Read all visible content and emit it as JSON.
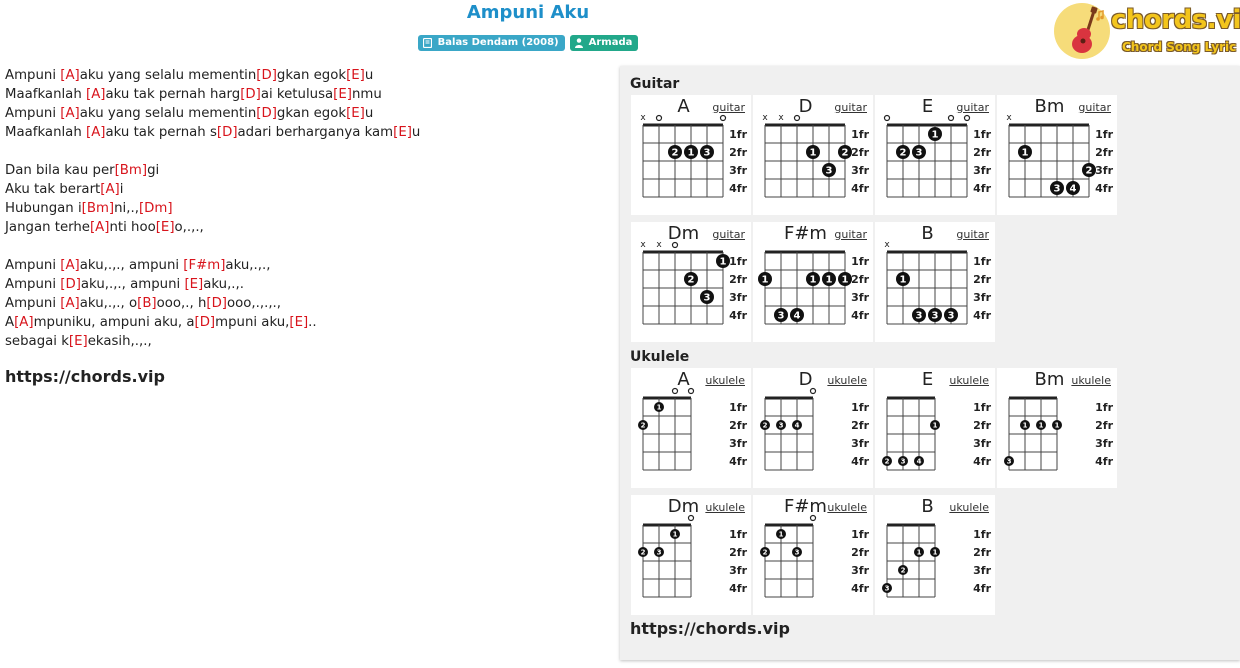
{
  "song": {
    "title": "Ampuni Aku",
    "album": "Balas Dendam (2008)",
    "artist": "Armada"
  },
  "logo": {
    "name": "chords.vip",
    "tagline": "Chord Song Lyric",
    "icon": "guitar-icon"
  },
  "lyrics": [
    [
      [
        "t",
        "Ampuni "
      ],
      [
        "c",
        "[A]"
      ],
      [
        "t",
        "aku yang selalu mementin"
      ],
      [
        "c",
        "[D]"
      ],
      [
        "t",
        "gkan egok"
      ],
      [
        "c",
        "[E]"
      ],
      [
        "t",
        "u"
      ]
    ],
    [
      [
        "t",
        "Maafkanlah "
      ],
      [
        "c",
        "[A]"
      ],
      [
        "t",
        "aku tak pernah harg"
      ],
      [
        "c",
        "[D]"
      ],
      [
        "t",
        "ai ketulusa"
      ],
      [
        "c",
        "[E]"
      ],
      [
        "t",
        "nmu"
      ]
    ],
    [
      [
        "t",
        "Ampuni "
      ],
      [
        "c",
        "[A]"
      ],
      [
        "t",
        "aku yang selalu mementin"
      ],
      [
        "c",
        "[D]"
      ],
      [
        "t",
        "gkan egok"
      ],
      [
        "c",
        "[E]"
      ],
      [
        "t",
        "u"
      ]
    ],
    [
      [
        "t",
        "Maafkanlah "
      ],
      [
        "c",
        "[A]"
      ],
      [
        "t",
        "aku tak pernah s"
      ],
      [
        "c",
        "[D]"
      ],
      [
        "t",
        "adari berharganya kam"
      ],
      [
        "c",
        "[E]"
      ],
      [
        "t",
        "u"
      ]
    ],
    [],
    [
      [
        "t",
        "Dan bila kau per"
      ],
      [
        "c",
        "[Bm]"
      ],
      [
        "t",
        "gi"
      ]
    ],
    [
      [
        "t",
        "Aku tak berart"
      ],
      [
        "c",
        "[A]"
      ],
      [
        "t",
        "i"
      ]
    ],
    [
      [
        "t",
        "Hubungan i"
      ],
      [
        "c",
        "[Bm]"
      ],
      [
        "t",
        "ni,.,"
      ],
      [
        "c",
        "[Dm]"
      ]
    ],
    [
      [
        "t",
        "Jangan terhe"
      ],
      [
        "c",
        "[A]"
      ],
      [
        "t",
        "nti hoo"
      ],
      [
        "c",
        "[E]"
      ],
      [
        "t",
        "o,.,.,"
      ]
    ],
    [],
    [
      [
        "t",
        "Ampuni "
      ],
      [
        "c",
        "[A]"
      ],
      [
        "t",
        "aku,.,., ampuni "
      ],
      [
        "c",
        "[F#m]"
      ],
      [
        "t",
        "aku,.,.,"
      ]
    ],
    [
      [
        "t",
        "Ampuni "
      ],
      [
        "c",
        "[D]"
      ],
      [
        "t",
        "aku,.,., ampuni "
      ],
      [
        "c",
        "[E]"
      ],
      [
        "t",
        "aku,.,."
      ]
    ],
    [
      [
        "t",
        "Ampuni "
      ],
      [
        "c",
        "[A]"
      ],
      [
        "t",
        "aku,.,., o"
      ],
      [
        "c",
        "[B]"
      ],
      [
        "t",
        "ooo,., h"
      ],
      [
        "c",
        "[D]"
      ],
      [
        "t",
        "ooo,.,.,.,"
      ]
    ],
    [
      [
        "t",
        "A"
      ],
      [
        "c",
        "[A]"
      ],
      [
        "t",
        "mpuniku, ampuni aku, a"
      ],
      [
        "c",
        "[D]"
      ],
      [
        "t",
        "mpuni aku,"
      ],
      [
        "c",
        "[E]"
      ],
      [
        "t",
        ".."
      ]
    ],
    [
      [
        "t",
        "sebagai k"
      ],
      [
        "c",
        "[E]"
      ],
      [
        "t",
        "ekasih,.,.,"
      ]
    ]
  ],
  "site_url": "https://chords.vip",
  "panel": {
    "guitar_heading": "Guitar",
    "ukulele_heading": "Ukulele",
    "footer_url": "https://chords.vip"
  },
  "fret_labels": [
    "1fr",
    "2fr",
    "3fr",
    "4fr"
  ],
  "guitar_chords": [
    {
      "name": "A",
      "instrument": "guitar",
      "open": [
        [
          0,
          "x"
        ],
        [
          1,
          "o"
        ],
        [
          5,
          "o"
        ]
      ],
      "dots": [
        [
          2,
          2,
          "2"
        ],
        [
          3,
          2,
          "1"
        ],
        [
          4,
          2,
          "3"
        ]
      ],
      "barres": []
    },
    {
      "name": "D",
      "instrument": "guitar",
      "open": [
        [
          0,
          "x"
        ],
        [
          1,
          "x"
        ],
        [
          2,
          "o"
        ]
      ],
      "dots": [
        [
          3,
          2,
          "1"
        ],
        [
          4,
          3,
          "3"
        ],
        [
          5,
          2,
          "2"
        ]
      ],
      "barres": []
    },
    {
      "name": "E",
      "instrument": "guitar",
      "open": [
        [
          0,
          "o"
        ],
        [
          4,
          "o"
        ],
        [
          5,
          "o"
        ]
      ],
      "dots": [
        [
          1,
          2,
          "2"
        ],
        [
          2,
          2,
          "3"
        ],
        [
          3,
          1,
          "1"
        ]
      ],
      "barres": []
    },
    {
      "name": "Bm",
      "instrument": "guitar",
      "open": [
        [
          0,
          "x"
        ]
      ],
      "dots": [
        [
          3,
          4,
          "3"
        ],
        [
          4,
          4,
          "4"
        ],
        [
          5,
          3,
          "2"
        ]
      ],
      "barres": [
        [
          1,
          2,
          "1"
        ]
      ]
    },
    {
      "name": "Dm",
      "instrument": "guitar",
      "open": [
        [
          0,
          "x"
        ],
        [
          1,
          "x"
        ],
        [
          2,
          "o"
        ]
      ],
      "dots": [
        [
          3,
          2,
          "2"
        ],
        [
          4,
          3,
          "3"
        ],
        [
          5,
          1,
          "1"
        ]
      ],
      "barres": []
    },
    {
      "name": "F#m",
      "instrument": "guitar",
      "open": [],
      "dots": [
        [
          1,
          4,
          "3"
        ],
        [
          2,
          4,
          "4"
        ],
        [
          3,
          2,
          "1"
        ],
        [
          4,
          2,
          "1"
        ],
        [
          5,
          2,
          "1"
        ]
      ],
      "barres": [
        [
          0,
          2,
          "1"
        ]
      ]
    },
    {
      "name": "B",
      "instrument": "guitar",
      "open": [
        [
          0,
          "x"
        ]
      ],
      "dots": [
        [
          2,
          4,
          "3"
        ],
        [
          3,
          4,
          "3"
        ],
        [
          4,
          4,
          "3"
        ]
      ],
      "barres": [
        [
          1,
          2,
          "1"
        ]
      ]
    }
  ],
  "ukulele_chords": [
    {
      "name": "A",
      "instrument": "ukulele",
      "open": [
        [
          2,
          "o"
        ],
        [
          3,
          "o"
        ]
      ],
      "dots": [
        [
          0,
          2,
          "2"
        ],
        [
          1,
          1,
          "1"
        ]
      ]
    },
    {
      "name": "D",
      "instrument": "ukulele",
      "open": [
        [
          3,
          "o"
        ]
      ],
      "dots": [
        [
          0,
          2,
          "2"
        ],
        [
          1,
          2,
          "3"
        ],
        [
          2,
          2,
          "4"
        ]
      ]
    },
    {
      "name": "E",
      "instrument": "ukulele",
      "open": [],
      "dots": [
        [
          0,
          4,
          "2"
        ],
        [
          1,
          4,
          "3"
        ],
        [
          2,
          4,
          "4"
        ],
        [
          3,
          2,
          "1"
        ]
      ]
    },
    {
      "name": "Bm",
      "instrument": "ukulele",
      "open": [],
      "dots": [
        [
          0,
          4,
          "3"
        ],
        [
          1,
          2,
          "1"
        ],
        [
          2,
          2,
          "1"
        ],
        [
          3,
          2,
          "1"
        ]
      ]
    },
    {
      "name": "Dm",
      "instrument": "ukulele",
      "open": [
        [
          3,
          "o"
        ]
      ],
      "dots": [
        [
          0,
          2,
          "2"
        ],
        [
          1,
          2,
          "3"
        ],
        [
          2,
          1,
          "1"
        ]
      ]
    },
    {
      "name": "F#m",
      "instrument": "ukulele",
      "open": [
        [
          3,
          "o"
        ]
      ],
      "dots": [
        [
          0,
          2,
          "2"
        ],
        [
          1,
          1,
          "1"
        ],
        [
          2,
          2,
          "3"
        ]
      ]
    },
    {
      "name": "B",
      "instrument": "ukulele",
      "open": [],
      "dots": [
        [
          0,
          4,
          "3"
        ],
        [
          1,
          3,
          "2"
        ],
        [
          2,
          2,
          "1"
        ],
        [
          3,
          2,
          "1"
        ]
      ]
    }
  ],
  "colors": {
    "title": "#1e8fc9",
    "chord_text": "#d8141c",
    "album_badge": "#3aa7c7",
    "artist_badge": "#22a88a",
    "panel_bg": "#f0f0f0",
    "logo_text": "#f3c51c"
  }
}
